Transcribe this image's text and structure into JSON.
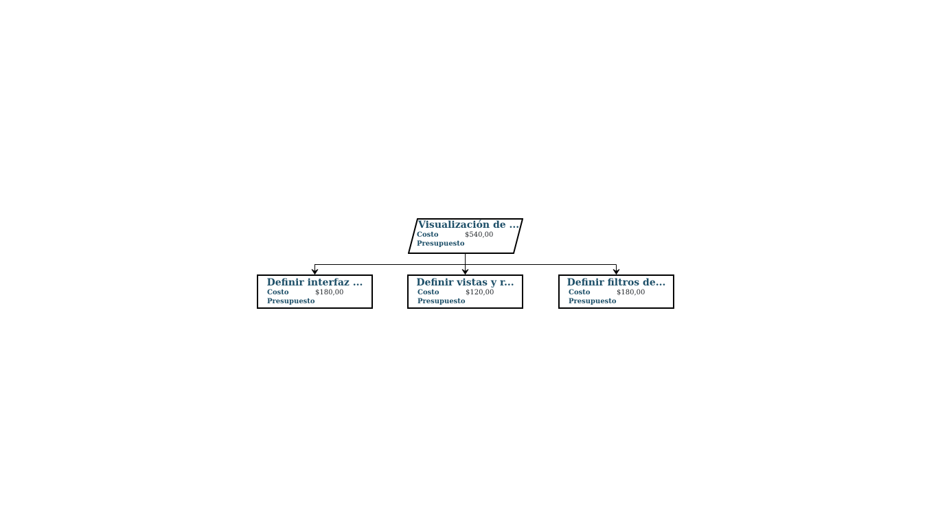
{
  "diagram": {
    "colors": {
      "accent": "#1d4f68",
      "value-text": "#22262a",
      "line": "#000000",
      "node-border": "#000000",
      "canvas-bg": "#ffffff"
    },
    "root": {
      "shape": "parallelogram",
      "title": "Visualización de ...",
      "fields": [
        {
          "label": "Costo",
          "value": "$540,00"
        },
        {
          "label": "Presupuesto",
          "value": ""
        }
      ]
    },
    "children": [
      {
        "shape": "rectangle",
        "title": "Definir interfaz ...",
        "fields": [
          {
            "label": "Costo",
            "value": "$180,00"
          },
          {
            "label": "Presupuesto",
            "value": ""
          }
        ]
      },
      {
        "shape": "rectangle",
        "title": "Definir vistas y r...",
        "fields": [
          {
            "label": "Costo",
            "value": "$120,00"
          },
          {
            "label": "Presupuesto",
            "value": ""
          }
        ]
      },
      {
        "shape": "rectangle",
        "title": "Definir filtros de...",
        "fields": [
          {
            "label": "Costo",
            "value": "$180,00"
          },
          {
            "label": "Presupuesto",
            "value": ""
          }
        ]
      }
    ]
  }
}
